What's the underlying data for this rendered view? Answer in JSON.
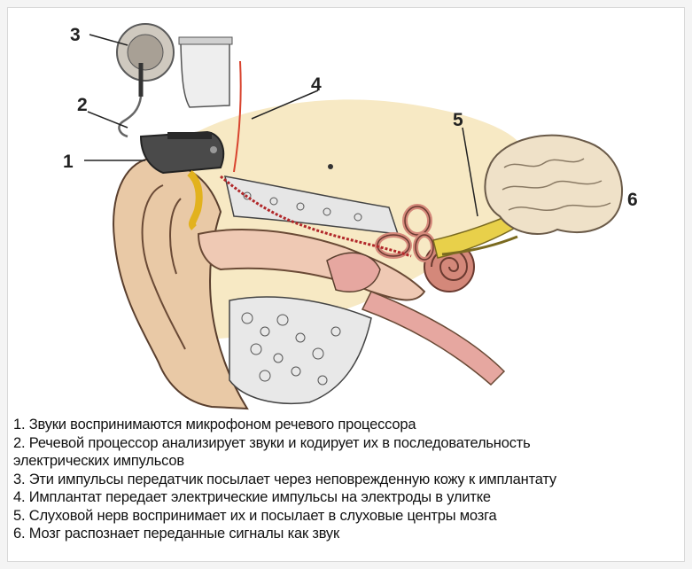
{
  "labels": {
    "l1": "1",
    "l2": "2",
    "l3": "3",
    "l4": "4",
    "l5": "5",
    "l6": "6"
  },
  "legend": [
    "1. Звуки воспринимаются микрофоном речевого процессора",
    "2. Речевой процессор анализирует звуки и кодирует их в последовательность",
    "электрических импульсов",
    "3. Эти импульсы передатчик посылает через неповрежденную кожу к имплантату",
    "4. Имплантат передает электрические импульсы на электроды в улитке",
    "5. Слуховой нерв воспринимает их и посылает в слуховые центры мозга",
    "6. Мозг распознает переданные сигналы как звук"
  ],
  "colors": {
    "skin_bg": "#f7e9c4",
    "skin": "#e9c9a6",
    "skin_dark": "#b88e6c",
    "inner_pink": "#e6a7a0",
    "cochlea": "#d4887a",
    "nerve": "#e8d04a",
    "brain": "#efe1c8",
    "bone": "#e8e8e8",
    "device": "#4a4a4a",
    "wire": "#d8432e"
  }
}
